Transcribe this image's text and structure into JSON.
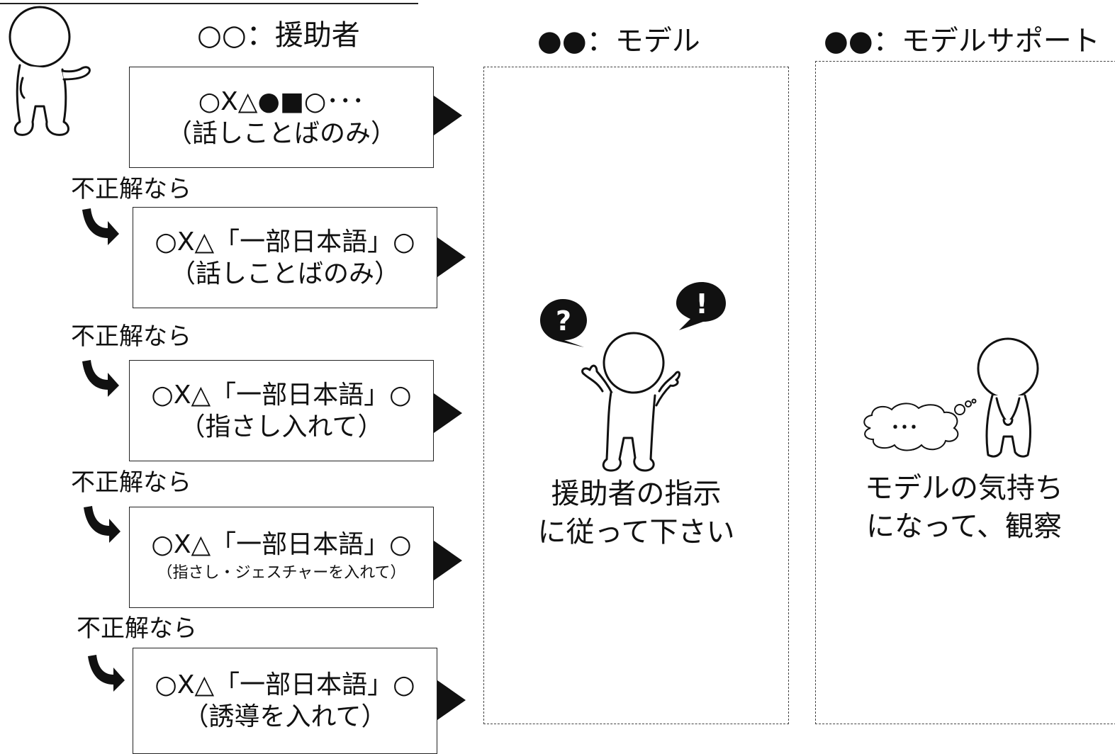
{
  "headers": {
    "helper": "○○：援助者",
    "model": "●●：モデル",
    "support": "●●：モデルサポート"
  },
  "steps": [
    {
      "line1": "○X△●■○･･･",
      "line2": "（話しことばのみ）"
    },
    {
      "line1": "○X△「一部日本語」○",
      "line2": "（話しことばのみ）"
    },
    {
      "line1": "○X△「一部日本語」○",
      "line2": "（指さし入れて）"
    },
    {
      "line1": "○X△「一部日本語」○",
      "line2": "（指さし・ジェスチャーを入れて）"
    },
    {
      "line1": "○X△「一部日本語」○",
      "line2": "（誘導を入れて）"
    }
  ],
  "incorrect_labels": [
    "不正解なら",
    "不正解なら",
    "不正解なら",
    "不正解なら"
  ],
  "model_caption": {
    "line1": "援助者の指示",
    "line2": "に従って下さい"
  },
  "support_caption": {
    "line1": "モデルの気持ち",
    "line2": "になって、観察"
  },
  "thought_bubble": "･･･",
  "bubble_question": "?",
  "bubble_exclaim": "!"
}
